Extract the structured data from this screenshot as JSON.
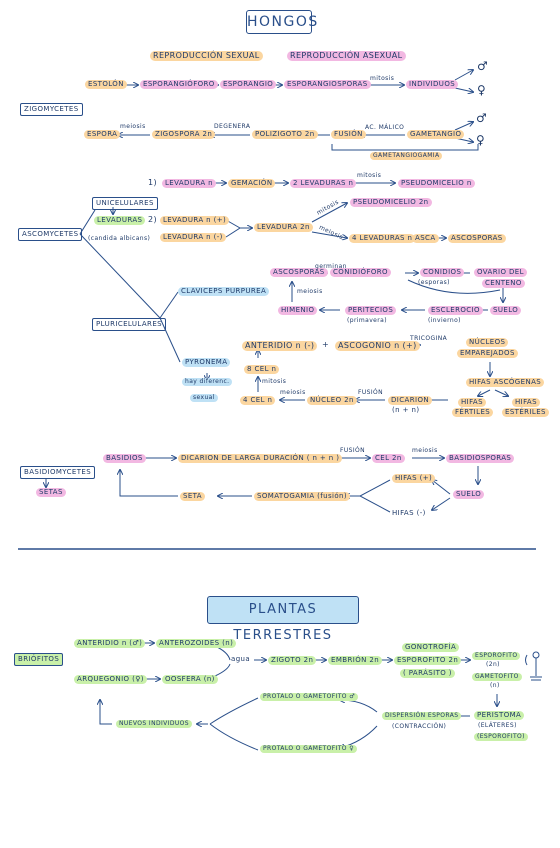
{
  "hongos": {
    "title": "HONGOS",
    "repro_sexual": "REPRODUCCIÓN SEXUAL",
    "repro_asexual": "REPRODUCCIÓN ASEXUAL",
    "zigomycetes": {
      "label": "ZIGOMYCETES",
      "estolon": "ESTOLÓN",
      "esporangioforo": "ESPORANGIÓFORO",
      "esporangio": "ESPORANGIO",
      "esporangiosporas": "ESPORANGIOSPORAS",
      "mitosis": "mitosis",
      "individuos": "INDIVIDUOS",
      "male": "♂",
      "female": "♀",
      "espora": "ESPORA",
      "meiosis": "meiosis",
      "zigospora": "ZIGOSPORA 2n",
      "degenera": "DEGENERA",
      "poligizoto": "POLIZIGOTO 2n",
      "fusion": "FUSIÓN",
      "ac_malico": "AC. MÁLICO",
      "gametangio": "GAMETANGIO",
      "gametangiogamia": "GAMETANGIOGAMIA"
    },
    "ascomycetes": {
      "label": "ASCOMYCETES",
      "unicelulares": "UNICELULARES",
      "levaduras": "LEVADURAS",
      "candida": "(candida albicans)",
      "n1": "1)",
      "n2": "2)",
      "levadura_n": "LEVADURA n",
      "gemacion": "GEMACIÓN",
      "dos_levaduras_n": "2 LEVADURAS n",
      "mitosis": "mitosis",
      "pseudomicelio_n": "PSEUDOMICELIO n",
      "levadura_plus": "LEVADURA n (+)",
      "levadura_minus": "LEVADURA n (-)",
      "levadura_2n": "LEVADURA 2n",
      "mitosis2": "mitosis",
      "meiosis": "meiosis",
      "pseudomicelio_2n": "PSEUDOMICELIO 2n",
      "cuatro_levaduras": "4 LEVADURAS n",
      "asca": "ASCA",
      "ascosporas": "ASCOSPORAS",
      "pluricelulares": "PLURICELULARES",
      "claviceps": "CLAVICEPS PURPUREA",
      "ascosporas2": "ASCOSPORAS",
      "germinan": "germinan",
      "conidioforo": "CONIDIÓFORO",
      "conidios": "CONIDIOS",
      "esporas": "(esporas)",
      "ovario": "OVARIO DEL",
      "centeno": "CENTENO",
      "meiosis2": "meiosis",
      "himenio": "HIMENIO",
      "peritecios": "PERITECIOS",
      "primavera": "(primavera)",
      "esclerocio": "ESCLEROCIO",
      "invierno": "(invierno)",
      "suelo": "SUELO",
      "pyronema": "PYRONEMA",
      "hay_diferenc": "hay diferenc.",
      "sexual": "sexual",
      "anteridio": "ANTERIDIO n (-)",
      "plus": "+",
      "ascogonio": "ASCOGONIO n (+)",
      "tricogina": "TRICOGINA",
      "nucleos": "NÚCLEOS",
      "emparejados": "EMPAREJADOS",
      "ocho_cel": "8 CEL n",
      "mitosis3": "mitosis",
      "cuatro_cel": "4 CEL n",
      "meiosis3": "meiosis",
      "nucleo_2n": "NÚCLEO 2n",
      "fusion": "FUSIÓN",
      "dicarion": "DICARION",
      "n_n": "(n + n)",
      "hifas_ascogenas": "HIFAS ASCÓGENAS",
      "hifas1": "HIFAS",
      "fertiles": "FÉRTILES",
      "hifas2": "HIFAS",
      "esteriles": "ESTÉRILES"
    },
    "basidiomycetes": {
      "label": "BASIDIOMYCETES",
      "setas_label": "SETAS",
      "basidios": "BASIDIOS",
      "dicarion_larga": "DICARION DE LARGA DURACIÓN ( n + n )",
      "fusion": "FUSIÓN",
      "cel_2n": "CEL 2n",
      "meiosis": "meiosis",
      "basidiosporas": "BASIDIOSPORAS",
      "seta": "SETA",
      "somatogamia": "SOMATOGAMIA (fusión)",
      "hifas_plus": "HIFAS (+)",
      "hifas_minus": "HIFAS (-)",
      "suelo": "SUELO"
    }
  },
  "plantas": {
    "title": "PLANTAS TERRESTRES",
    "briofitos": "BRIÓFITOS",
    "anteridio": "ANTERIDIO n (♂)",
    "anterozoides": "ANTEROZOIDES (n)",
    "arquegonio": "ARQUEGONIO (♀)",
    "oosfera": "OOSFERA (n)",
    "agua": "agua",
    "zigoto": "ZIGOTO 2n",
    "embrion": "EMBRIÓN 2n",
    "gonotrofia": "GONOTROFÍA",
    "esporofito_2n": "ESPOROFITO 2n",
    "parasito": "( PARÁSITO )",
    "esporofito": "ESPOROFITO",
    "esporofito_2n_small": "(2n)",
    "gametofito": "GAMETOFITO",
    "gametofito_n": "(n)",
    "peristoma": "PERISTOMA",
    "elateres": "(ELÁTERES)",
    "esporofito_paren": "(ESPOROFITO)",
    "dispersion": "DISPERSIÓN ESPORAS",
    "contraccion": "(CONTRACCIÓN)",
    "protalo_male": "PROTALO O GAMETOFITO ♂",
    "protalo_female": "PROTALO O GAMETOFITO ♀",
    "nuevos": "NUEVOS INDIVIDUOS"
  },
  "colors": {
    "ink": "#1f3a68",
    "orange": "#fbd6a0",
    "pink": "#f2b8e2",
    "blue": "#bfe1f5",
    "green": "#c9f0a9"
  }
}
